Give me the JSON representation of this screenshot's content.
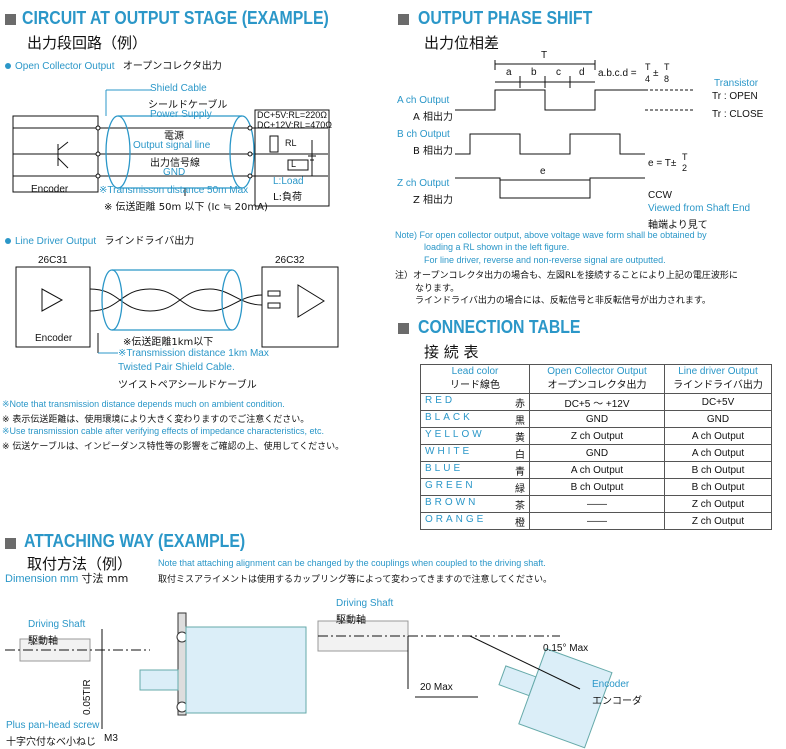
{
  "circuit": {
    "title": "CIRCUIT AT OUTPUT STAGE (EXAMPLE)",
    "title_jp": "出力段回路（例）",
    "open_collector": {
      "heading": "Open Collector Output",
      "heading_jp": "オープンコレクタ出力",
      "shield_cable": "Shield Cable",
      "shield_cable_jp": "シールドケーブル",
      "power_supply": "Power Supply",
      "power_jp": "電源",
      "output_signal": "Output signal line",
      "output_signal_jp": "出力信号線",
      "gnd": "GND",
      "rl_line1": "DC+5V:RL=220Ω",
      "rl_line2": "DC+12V:RL=470Ω",
      "rl": "RL",
      "l": "L",
      "load": "L:Load",
      "load_jp": "L:負荷",
      "encoder": "Encoder",
      "distance": "※Transmisson distance 50m Max",
      "distance_jp": "※ 伝送距離 50m 以下 (Ic ≒ 20mA)"
    },
    "line_driver": {
      "heading": "Line Driver Output",
      "heading_jp": "ラインドライバ出力",
      "chip1": "26C31",
      "chip2": "26C32",
      "encoder": "Encoder",
      "distance_jp": "※伝送距離1km以下",
      "distance": "※Transmission distance 1km Max",
      "cable": "Twisted Pair Shield Cable.",
      "cable_jp": "ツイストペアシールドケーブル"
    },
    "notes": [
      {
        "text": "※Note that transmission distance depends much on ambient condition.",
        "blue": true
      },
      {
        "text": "※ 表示伝送距離は、使用環境により大きく変わりますのでご注意ください。",
        "blue": false
      },
      {
        "text": "※Use transmission cable after verifying effects of impedance characteristics, etc.",
        "blue": true
      },
      {
        "text": "※ 伝送ケーブルは、インピーダンス特性等の影響をご確認の上、使用してください。",
        "blue": false
      }
    ]
  },
  "phase": {
    "title": "OUTPUT PHASE SHIFT",
    "title_jp": "出力位相差",
    "T": "T",
    "a": "a",
    "b": "b",
    "c": "c",
    "d": "d",
    "formula_lhs": "a.b.c.d =",
    "formula_t4": "T",
    "formula_4": "4",
    "formula_pm": "±",
    "formula_t8": "T",
    "formula_8": "8",
    "transistor": "Transistor",
    "tr_open": "Tr : OPEN",
    "tr_close": "Tr : CLOSE",
    "a_ch": "A ch Output",
    "a_jp": "A 相出力",
    "b_ch": "B ch Output",
    "b_jp": "B 相出力",
    "z_ch": "Z ch Output",
    "z_jp": "Z 相出力",
    "e_formula": "e = T±",
    "e_T": "T",
    "e_2": "2",
    "e": "e",
    "ccw": "CCW",
    "viewed": "Viewed  from  Shaft  End",
    "viewed_jp": "軸端より見て",
    "note1": "Note)  For open collector output, above voltage wave form shall be obtained by",
    "note2": "loading a RL shown in the left figure.",
    "note3": "For line driver, reverse and non-reverse signal are outputted.",
    "note_jp1": "注）オープンコレクタ出力の場合も、左図RLを接続することにより上記の電圧波形に",
    "note_jp2": "なります。",
    "note_jp3": "ラインドライバ出力の場合には、反転信号と非反転信号が出力されます。"
  },
  "connection": {
    "title": "CONNECTION TABLE",
    "title_jp": "接 続 表",
    "headers": [
      {
        "en": "Lead color",
        "jp": "リード線色"
      },
      {
        "en": "Open Collector Output",
        "jp": "オープンコレクタ出力"
      },
      {
        "en": "Line driver Output",
        "jp": "ラインドライバ出力"
      }
    ],
    "rows": [
      {
        "color": "RED",
        "jp": "赤",
        "oc": "DC+5 ～ +12V",
        "ld": "DC+5V"
      },
      {
        "color": "BLACK",
        "jp": "黒",
        "oc": "GND",
        "ld": "GND"
      },
      {
        "color": "YELLOW",
        "jp": "黄",
        "oc": "Z ch Output",
        "ld": "A ch Output"
      },
      {
        "color": "WHITE",
        "jp": "白",
        "oc": "GND",
        "ld": "A ch Output"
      },
      {
        "color": "BLUE",
        "jp": "青",
        "oc": "A ch Output",
        "ld": "B ch Output"
      },
      {
        "color": "GREEN",
        "jp": "緑",
        "oc": "B ch Output",
        "ld": "B ch Output"
      },
      {
        "color": "BROWN",
        "jp": "茶",
        "oc": "——",
        "ld": "Z ch Output"
      },
      {
        "color": "ORANGE",
        "jp": "橙",
        "oc": "——",
        "ld": "Z ch Output"
      }
    ]
  },
  "attaching": {
    "title": "ATTACHING WAY (EXAMPLE)",
    "title_jp": "取付方法（例）",
    "dimension": "Dimension mm",
    "dimension_jp": "寸法 mm",
    "note": "Note that attaching alignment can be changed by the couplings when coupled to the driving shaft.",
    "note_jp": "取付ミスアライメントは使用するカップリング等によって変わってきますので注意してください。",
    "driving_shaft": "Driving  Shaft",
    "driving_shaft_jp": "駆動軸",
    "tir": "0.05TIR",
    "screw": "Plus  pan-head  screw",
    "screw_jp": "十字穴付なべ小ねじ",
    "m3": "M3",
    "driving_shaft2": "Driving  Shaft",
    "driving_shaft2_jp": "駆動軸",
    "angle": "0.15° Max",
    "max20": "20  Max",
    "encoder": "Encoder",
    "encoder_jp": "エンコーダ"
  },
  "colors": {
    "accent": "#2b97c8",
    "encoder_fill": "#dbeef8",
    "square": "#6b6b6b"
  }
}
